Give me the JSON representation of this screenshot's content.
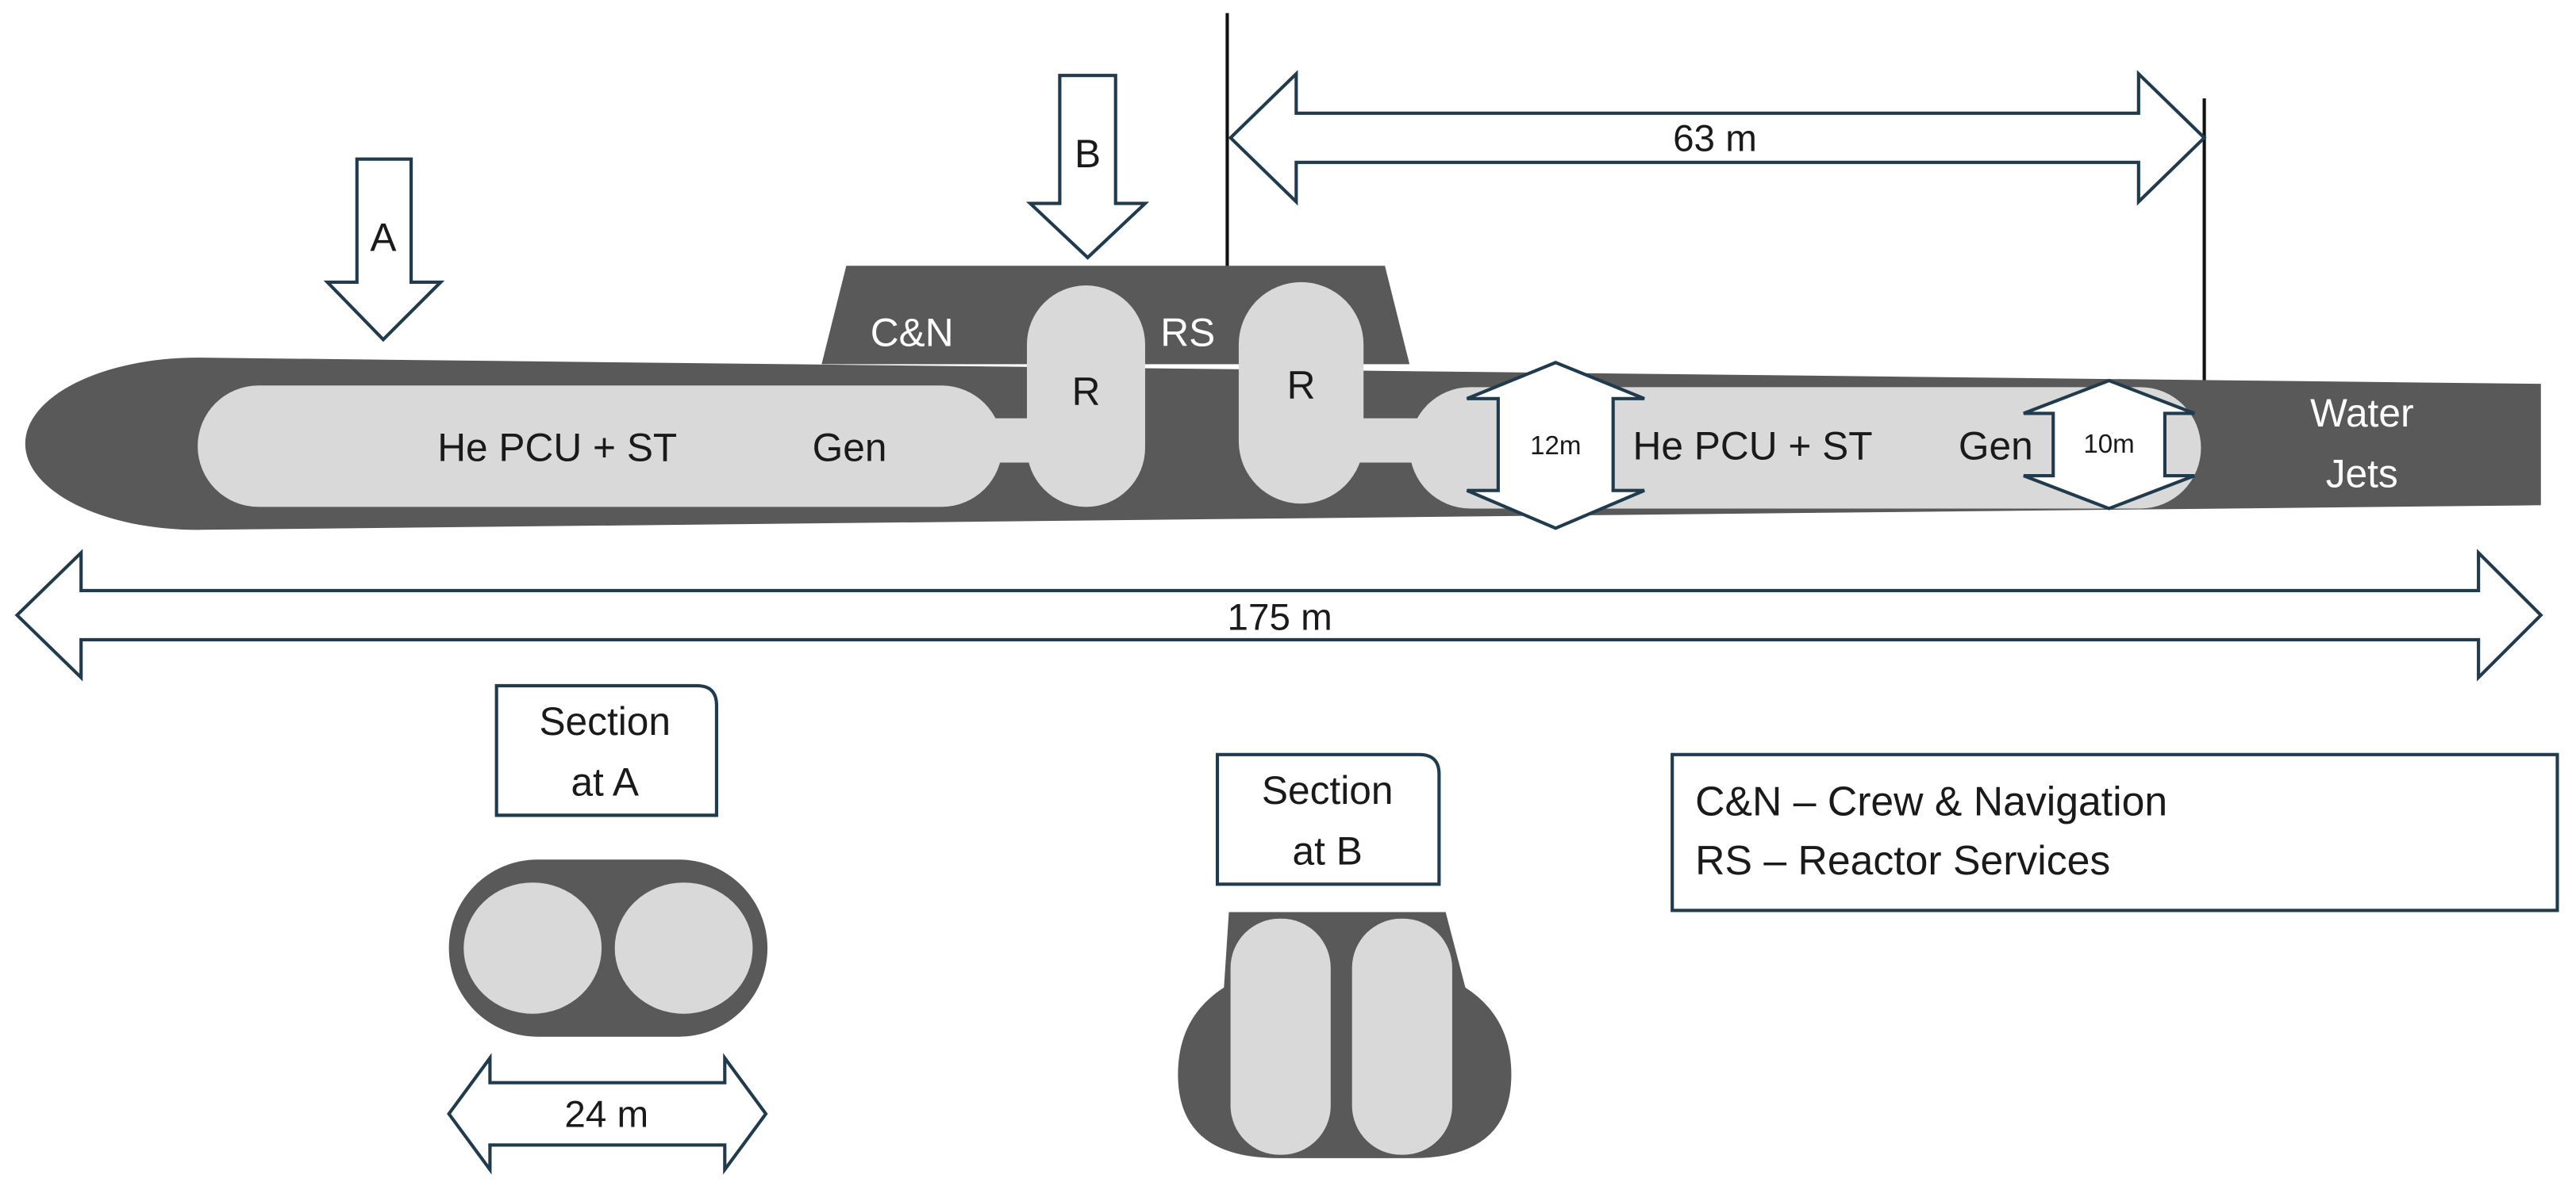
{
  "colors": {
    "hull": "#595959",
    "component": "#d9d9d9",
    "arrow_stroke": "#1f3b4d",
    "text_dark": "#1a1a1a",
    "text_light": "#ffffff",
    "background": "#ffffff"
  },
  "section_arrows": {
    "a_label": "A",
    "b_label": "B"
  },
  "dimensions": {
    "reactor_to_jet": "63 m",
    "overall_length": "175 m",
    "hull_diameter": "12m",
    "pcu_diameter": "10m",
    "section_a_width": "24 m"
  },
  "hull": {
    "cn_label": "C&N",
    "rs_label": "RS",
    "reactor_fwd_label": "R",
    "reactor_aft_label": "R",
    "pcu_fwd_label": "He PCU + ST",
    "gen_fwd_label": "Gen",
    "pcu_aft_label": "He PCU + ST",
    "gen_aft_label": "Gen",
    "water_jets_line1": "Water",
    "water_jets_line2": "Jets"
  },
  "sections": {
    "a_title_line1": "Section",
    "a_title_line2": "at A",
    "b_title_line1": "Section",
    "b_title_line2": "at B"
  },
  "legend": {
    "line1": "C&N – Crew & Navigation",
    "line2": "RS – Reactor Services"
  }
}
